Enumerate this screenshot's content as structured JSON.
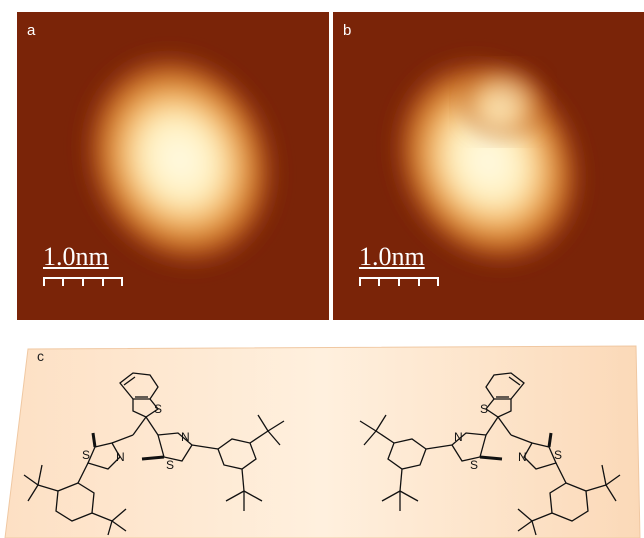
{
  "figure": {
    "panel_a": {
      "label": "a",
      "scale_bar": "1.0nm"
    },
    "panel_b": {
      "label": "b",
      "scale_bar": "1.0nm"
    },
    "panel_c": {
      "label": "c",
      "atoms": {
        "S": "S",
        "N": "N"
      }
    }
  },
  "colors": {
    "stm_background": "#7a2408",
    "stm_mid": "#c8621a",
    "stm_bright": "#fff6d8",
    "panel_c_background": "#fde4c8"
  }
}
